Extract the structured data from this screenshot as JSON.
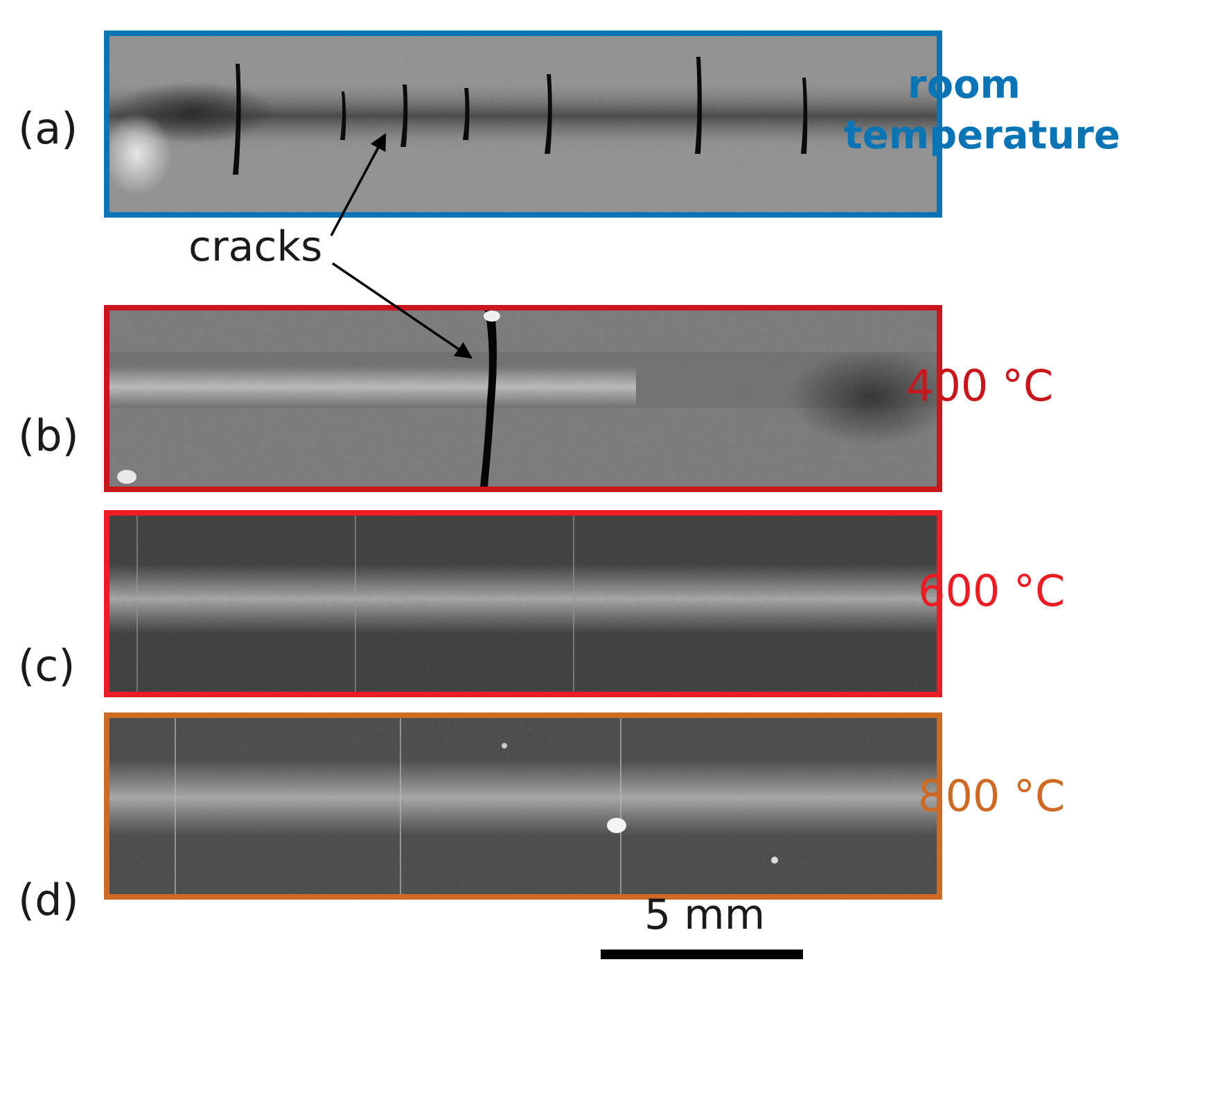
{
  "panels": [
    {
      "label": "(a)",
      "condition": "room temperature",
      "condition_line1": "room",
      "condition_line2": "temperature",
      "color": "#0a74b5"
    },
    {
      "label": "(b)",
      "condition": "400 °C",
      "color": "#c8161d"
    },
    {
      "label": "(c)",
      "condition": "600 °C",
      "color": "#ec1c24"
    },
    {
      "label": "(d)",
      "condition": "800 °C",
      "color": "#cf6a24"
    }
  ],
  "annotation": {
    "text": "cracks"
  },
  "scale_bar": {
    "label": "5 mm",
    "length_mm": 5
  }
}
